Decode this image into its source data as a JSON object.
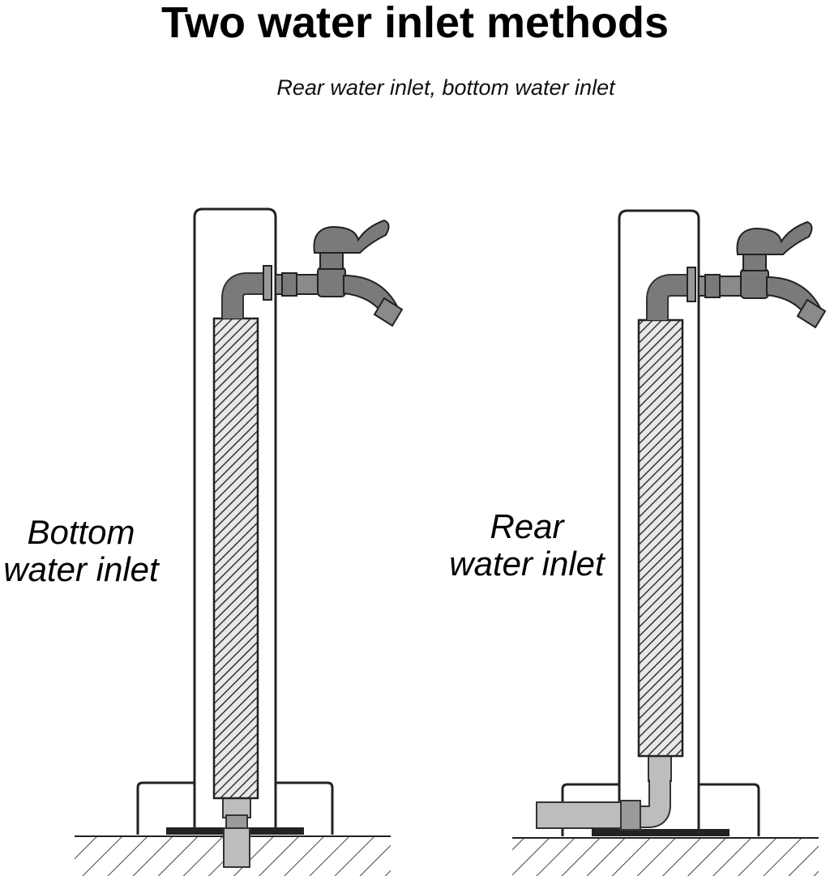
{
  "title": "Two water inlet methods",
  "subtitle": "Rear water inlet, bottom water inlet",
  "labels": {
    "bottom_line1": "Bottom",
    "bottom_line2": "water inlet",
    "rear_line1": "Rear",
    "rear_line2": "water inlet"
  },
  "colors": {
    "pipe": "#7a7a7a",
    "pipe_light": "#bdbdbd",
    "outline": "#1a1a1a",
    "hatch": "#333333"
  },
  "icons": [
    "faucet-icon",
    "faucet-icon"
  ]
}
